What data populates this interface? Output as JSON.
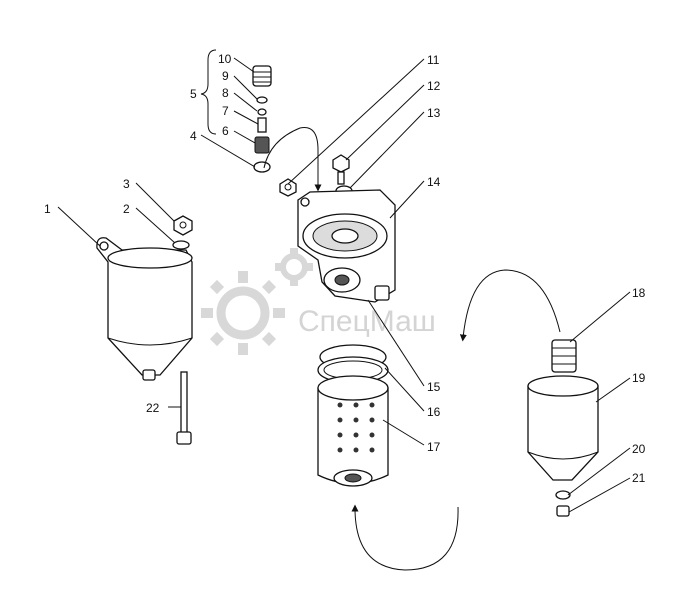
{
  "watermark": {
    "text": "СпецМаш"
  },
  "callouts": [
    "1",
    "2",
    "3",
    "4",
    "5",
    "6",
    "7",
    "8",
    "9",
    "10",
    "11",
    "12",
    "13",
    "14",
    "15",
    "16",
    "17",
    "18",
    "19",
    "20",
    "21",
    "22"
  ]
}
